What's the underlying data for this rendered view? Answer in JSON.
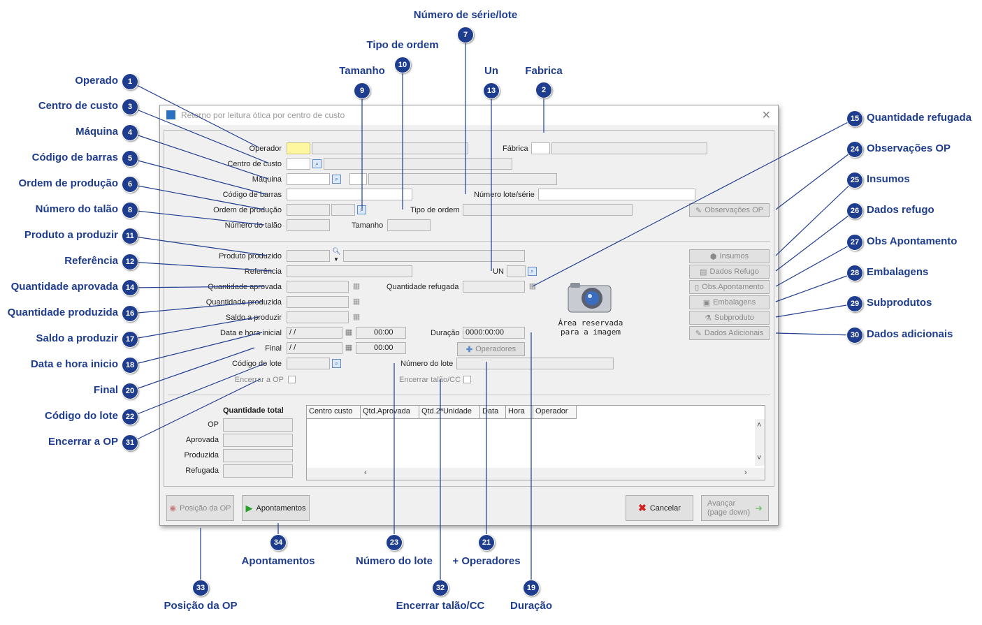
{
  "window": {
    "title": "Retorno por leitura ótica por centro de custo",
    "close_glyph": "✕"
  },
  "form": {
    "operador_label": "Operador",
    "fabrica_label": "Fábrica",
    "centro_custo_label": "Centro de custo",
    "maquina_label": "Máquina",
    "codigo_barras_label": "Código de barras",
    "numero_lote_serie_label": "Número lote/série",
    "ordem_producao_label": "Ordem de produção",
    "tipo_ordem_label": "Tipo de ordem",
    "numero_talao_label": "Número do talão",
    "tamanho_label": "Tamanho",
    "produto_produzido_label": "Produto produzido",
    "referencia_label": "Referência",
    "un_label": "UN",
    "qtd_aprovada_label": "Quantidade aprovada",
    "qtd_refugada_label": "Quantidade refugada",
    "qtd_produzida_label": "Quantidade produzida",
    "saldo_produzir_label": "Saldo a produzir",
    "data_hora_inicial_label": "Data e hora inicial",
    "duracao_label": "Duração",
    "final_label": "Final",
    "codigo_lote_label": "Código do lote",
    "numero_lote_label": "Número do lote",
    "encerrar_op_label": "Encerrar a OP",
    "encerrar_talao_label": "Encerrar talão/CC",
    "data_inicial_value": " / /",
    "hora_inicial_value": "00:00",
    "data_final_value": " / /",
    "hora_final_value": "00:00",
    "duracao_value": "0000:00:00",
    "area_imagem_line1": "Área reservada",
    "area_imagem_line2": "para a imagem"
  },
  "side_buttons": {
    "observacoes_op": "Observações OP",
    "insumos": "Insumos",
    "dados_refugo": "Dados Refugo",
    "obs_apontamento": "Obs.Apontamento",
    "embalagens": "Embalagens",
    "subproduto": "Subproduto",
    "dados_adicionais": "Dados Adicionais",
    "operadores": "Operadores"
  },
  "totals": {
    "title": "Quantidade total",
    "op_label": "OP",
    "aprovada_label": "Aprovada",
    "produzida_label": "Produzida",
    "refugada_label": "Refugada"
  },
  "grid": {
    "columns": [
      "Centro custo",
      "Qtd.Aprovada",
      "Qtd.2ªUnidade",
      "Data",
      "Hora",
      "Operador"
    ]
  },
  "bottom_buttons": {
    "posicao_op": "Posição da OP",
    "apontamentos": "Apontamentos",
    "cancelar": "Cancelar",
    "avancar_line1": "Avançar",
    "avancar_line2": "(page down)"
  },
  "callouts": [
    {
      "n": "1",
      "text": "Operado"
    },
    {
      "n": "2",
      "text": "Fabrica"
    },
    {
      "n": "3",
      "text": "Centro de custo"
    },
    {
      "n": "4",
      "text": "Máquina"
    },
    {
      "n": "5",
      "text": "Código de barras"
    },
    {
      "n": "6",
      "text": "Ordem de produção"
    },
    {
      "n": "7",
      "text": "Número de série/lote"
    },
    {
      "n": "8",
      "text": "Número do talão"
    },
    {
      "n": "9",
      "text": "Tamanho"
    },
    {
      "n": "10",
      "text": "Tipo de ordem"
    },
    {
      "n": "11",
      "text": "Produto a produzir"
    },
    {
      "n": "12",
      "text": "Referência"
    },
    {
      "n": "13",
      "text": "Un"
    },
    {
      "n": "14",
      "text": "Quantidade aprovada"
    },
    {
      "n": "15",
      "text": "Quantidade refugada"
    },
    {
      "n": "16",
      "text": "Quantidade produzida"
    },
    {
      "n": "17",
      "text": "Saldo a produzir"
    },
    {
      "n": "18",
      "text": "Data e hora inicio"
    },
    {
      "n": "19",
      "text": "Duração"
    },
    {
      "n": "20",
      "text": "Final"
    },
    {
      "n": "21",
      "text": "+ Operadores"
    },
    {
      "n": "22",
      "text": "Código do lote"
    },
    {
      "n": "23",
      "text": "Número do lote"
    },
    {
      "n": "24",
      "text": "Observações OP"
    },
    {
      "n": "25",
      "text": "Insumos"
    },
    {
      "n": "26",
      "text": "Dados refugo"
    },
    {
      "n": "27",
      "text": "Obs Apontamento"
    },
    {
      "n": "28",
      "text": "Embalagens"
    },
    {
      "n": "29",
      "text": "Subprodutos"
    },
    {
      "n": "30",
      "text": "Dados adicionais"
    },
    {
      "n": "31",
      "text": "Encerrar a OP"
    },
    {
      "n": "32",
      "text": "Encerrar talão/CC"
    },
    {
      "n": "33",
      "text": "Posição da OP"
    },
    {
      "n": "34",
      "text": "Apontamentos"
    }
  ]
}
